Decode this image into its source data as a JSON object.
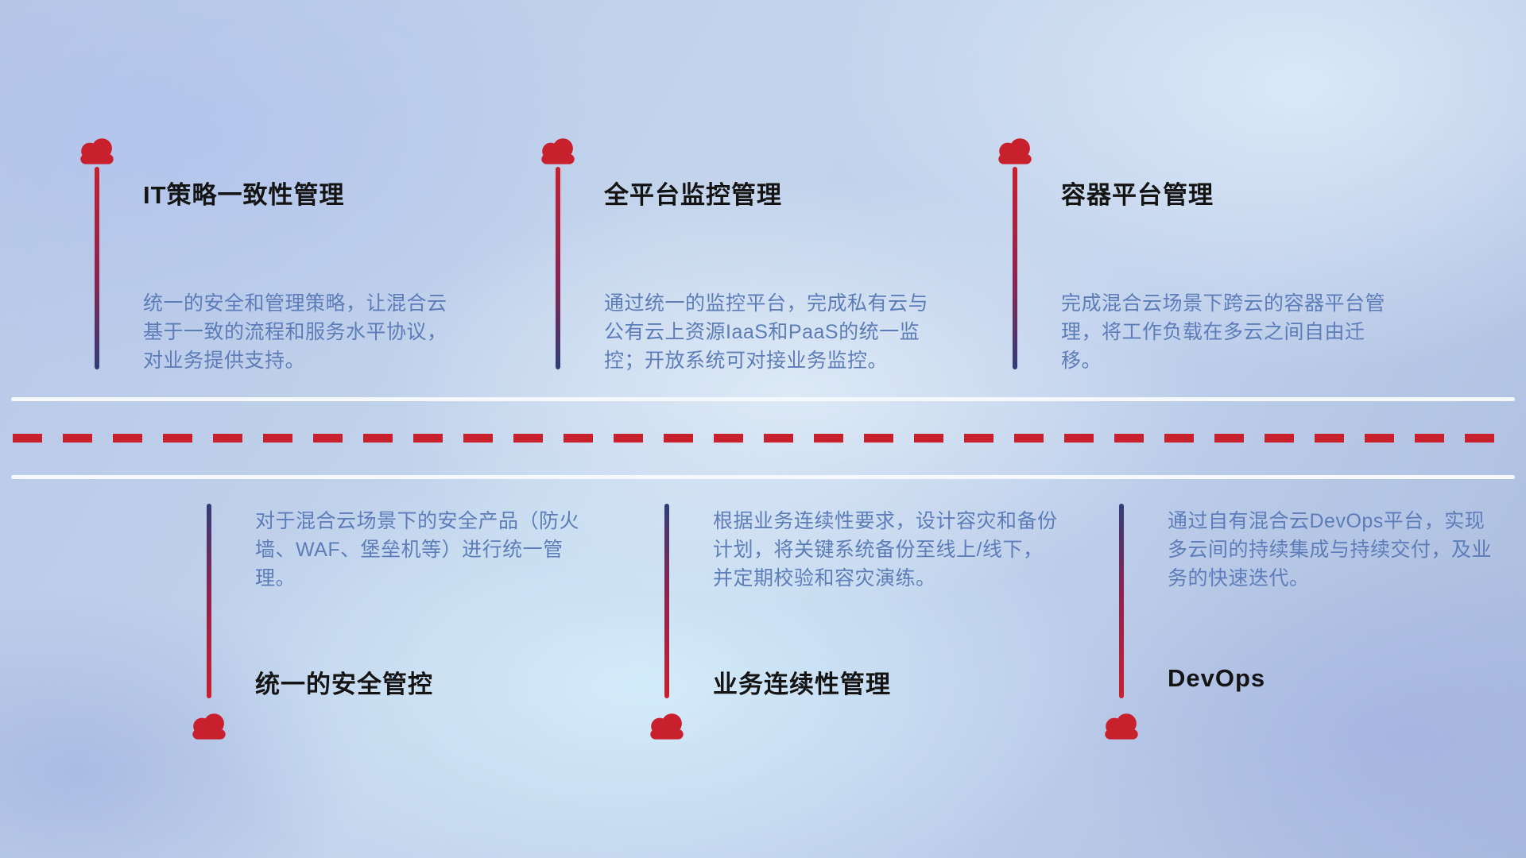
{
  "colors": {
    "red": "#c9202e",
    "navy": "#2f3f78",
    "title_text": "#141414",
    "desc_text": "#5e7db8",
    "divider_white": "#f5f8fc"
  },
  "items_top": [
    {
      "title": "IT策略一致性管理",
      "description": "统一的安全和管理策略，让混合云基于一致的流程和服务水平协议，对业务提供支持。"
    },
    {
      "title": "全平台监控管理",
      "description": "通过统一的监控平台，完成私有云与公有云上资源IaaS和PaaS的统一监控；开放系统可对接业务监控。"
    },
    {
      "title": "容器平台管理",
      "description": "完成混合云场景下跨云的容器平台管理，将工作负载在多云之间自由迁移。"
    }
  ],
  "items_bottom": [
    {
      "title": "统一的安全管控",
      "description": "对于混合云场景下的安全产品（防火墙、WAF、堡垒机等）进行统一管理。"
    },
    {
      "title": "业务连续性管理",
      "description": "根据业务连续性要求，设计容灾和备份计划，将关键系统备份至线上/线下，并定期校验和容灾演练。"
    },
    {
      "title": "DevOps",
      "description": "通过自有混合云DevOps平台，实现多云间的持续集成与持续交付，及业务的快速迭代。"
    }
  ]
}
